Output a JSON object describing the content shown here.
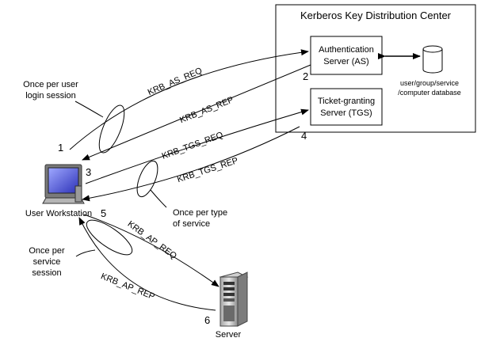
{
  "kdc": {
    "title": "Kerberos Key Distribution Center",
    "as_label_1": "Authentication",
    "as_label_2": "Server (AS)",
    "tgs_label_1": "Ticket-granting",
    "tgs_label_2": "Server (TGS)",
    "db_label_1": "user/group/service",
    "db_label_2": "/computer database"
  },
  "messages": {
    "as_req": "KRB_AS_REQ",
    "as_rep": "KRB_AS_REP",
    "tgs_req": "KRB_TGS_REQ",
    "tgs_rep": "KRB_TGS_REP",
    "ap_req": "KRB_AP_REQ",
    "ap_rep": "KRB_AP_REP"
  },
  "steps": [
    "1",
    "2",
    "3",
    "4",
    "5",
    "6"
  ],
  "notes": {
    "login_1": "Once per user",
    "login_2": "login session",
    "service_type_1": "Once per type",
    "service_type_2": "of service",
    "service_session_1": "Once per",
    "service_session_2": "service",
    "service_session_3": "session"
  },
  "nodes": {
    "workstation": "User Workstation",
    "server": "Server"
  }
}
